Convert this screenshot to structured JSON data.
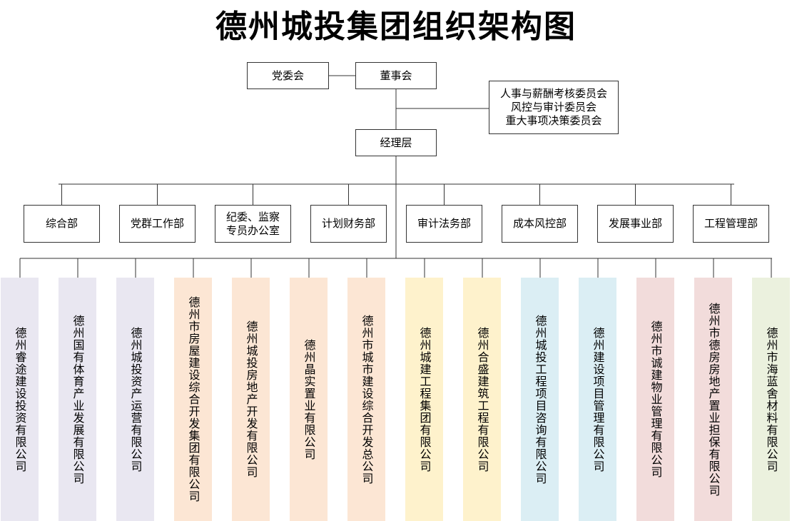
{
  "title": "德州城投集团组织架构图",
  "top": {
    "party": "党委会",
    "board": "董事会",
    "committees": [
      "人事与薪酬考核委员会",
      "风控与审计委员会",
      "重大事项决策委员会"
    ],
    "management": "经理层"
  },
  "departments": [
    {
      "lines": [
        "综合部"
      ]
    },
    {
      "lines": [
        "党群工作部"
      ]
    },
    {
      "lines": [
        "纪委、监察",
        "专员办公室"
      ]
    },
    {
      "lines": [
        "计划财务部"
      ]
    },
    {
      "lines": [
        "审计法务部"
      ]
    },
    {
      "lines": [
        "成本风控部"
      ]
    },
    {
      "lines": [
        "发展事业部"
      ]
    },
    {
      "lines": [
        "工程管理部"
      ]
    }
  ],
  "subsidiaries": [
    {
      "name": "德州睿途建设投资有限公司",
      "color": "#E9E7F1"
    },
    {
      "name": "德州国有体育产业发展有限公司",
      "color": "#E9E7F1"
    },
    {
      "name": "德州城投资产运营有限公司",
      "color": "#E9E7F1"
    },
    {
      "name": "德州市房屋建设综合开发集团有限公司",
      "color": "#FCE6D4"
    },
    {
      "name": "德州城投房地产开发有限公司",
      "color": "#FCE6D4"
    },
    {
      "name": "德州晶实置业有限公司",
      "color": "#FCE6D4"
    },
    {
      "name": "德州市城市建设综合开发总公司",
      "color": "#FCE6D4"
    },
    {
      "name": "德州城建工程集团有限公司",
      "color": "#FEF2CC"
    },
    {
      "name": "德州合盛建筑工程有限公司",
      "color": "#FEF2CC"
    },
    {
      "name": "德州城投工程项目咨询有限公司",
      "color": "#DBEEF4"
    },
    {
      "name": "德州建设项目管理有限公司",
      "color": "#DBEEF4"
    },
    {
      "name": "德州市诚建物业管理有限公司",
      "color": "#F2DCDB"
    },
    {
      "name": "德州市德房房地产置业担保有限公司",
      "color": "#F2DCDB"
    },
    {
      "name": "德州市海蓝舍材料有限公司",
      "color": "#EBF1DE"
    }
  ]
}
